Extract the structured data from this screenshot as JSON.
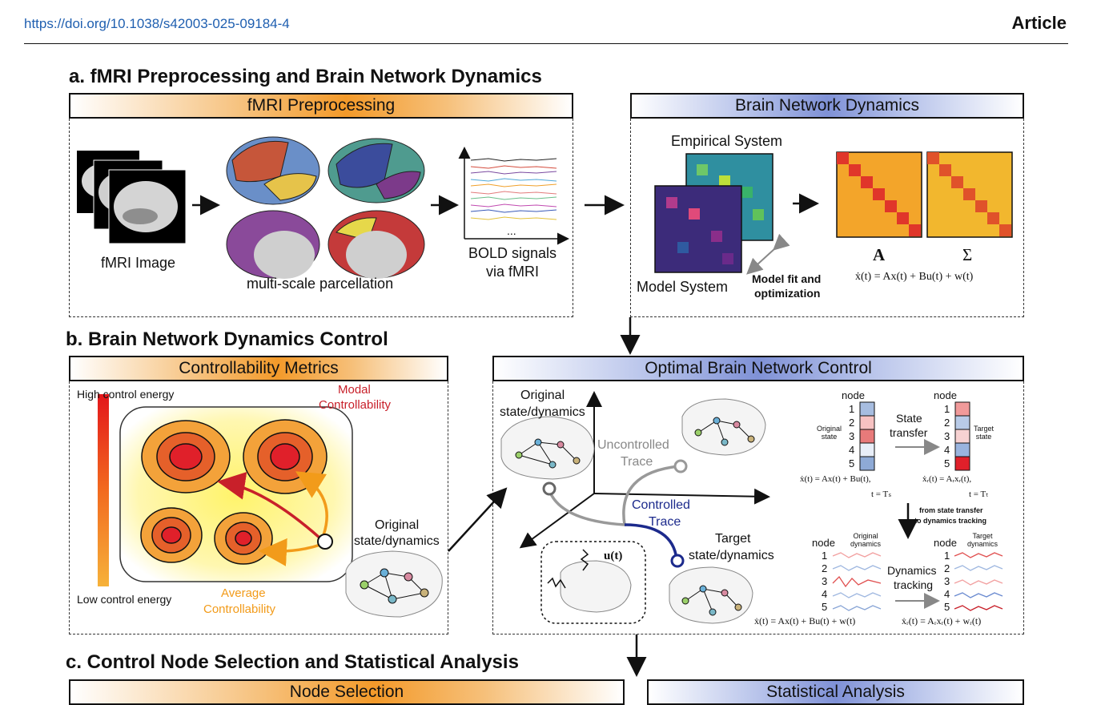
{
  "header": {
    "doi": "https://doi.org/10.1038/s42003-025-09184-4",
    "article": "Article"
  },
  "sections": {
    "a_title": "a. fMRI Preprocessing and Brain Network Dynamics",
    "b_title": "b. Brain Network Dynamics Control",
    "c_title": "c. Control Node Selection and Statistical Analysis"
  },
  "panel_a": {
    "left_header": "fMRI Preprocessing",
    "right_header": "Brain Network Dynamics",
    "fmri_image": "fMRI Image",
    "parcellation": "multi-scale parcellation",
    "bold_1": "BOLD signals",
    "bold_2": "via fMRI",
    "ellipsis": "...",
    "empirical": "Empirical System",
    "model": "Model System",
    "fit_1": "Model fit and",
    "fit_2": "optimization",
    "mat_a": "A",
    "mat_sigma": "Σ",
    "equation": "ẋ(t) = Ax(t) + Bu(t) + w(t)"
  },
  "panel_b": {
    "left_header": "Controllability Metrics",
    "right_header": "Optimal Brain Network Control",
    "high": "High control energy",
    "low": "Low control energy",
    "modal_1": "Modal",
    "modal_2": "Controllability",
    "avg_1": "Average",
    "avg_2": "Controllability",
    "orig_1": "Original",
    "orig_2": "state/dynamics",
    "orig_r1": "Original",
    "orig_r2": "state/dynamics",
    "unc_1": "Uncontrolled",
    "unc_2": "Trace",
    "ctl_1": "Controlled",
    "ctl_2": "Trace",
    "tgt_1": "Target",
    "tgt_2": "state/dynamics",
    "u_t": "u(t)",
    "node": "node",
    "node_nums": [
      "1",
      "2",
      "3",
      "4",
      "5"
    ],
    "orig_state_1": "Original",
    "orig_state_2": "state",
    "tgt_state_1": "Target",
    "tgt_state_2": "state",
    "state_transfer_1": "State",
    "state_transfer_2": "transfer",
    "eq1": "ẋ(t) = Ax(t) + Bu(t),",
    "eq1b": "t = Tₛ",
    "eq2": "ẋᵣ(t) = Aᵣxᵣ(t),",
    "eq2b": "t = Tₜ",
    "bridge_1": "from state transfer",
    "bridge_2": "to dynamics tracking",
    "orig_dyn_1": "Original",
    "orig_dyn_2": "dynamics",
    "tgt_dyn_1": "Target",
    "tgt_dyn_2": "dynamics",
    "dyn_1": "Dynamics",
    "dyn_2": "tracking",
    "eq3": "ẋ(t) = Ax(t) + Bu(t) + w(t)",
    "eq4": "ẋᵣ(t) = Aᵣxᵣ(t) + wᵣ(t)"
  },
  "panel_c": {
    "left_header": "Node Selection",
    "right_header": "Statistical Analysis"
  }
}
